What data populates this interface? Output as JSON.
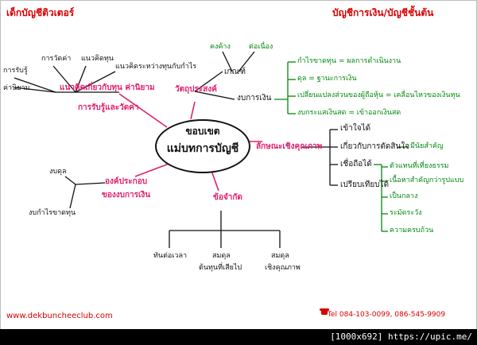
{
  "header": {
    "left_title": "เด็กบัญชีติวเตอร์",
    "right_title": "บัญชีการเงิน/บัญชีชั้นต้น"
  },
  "center": {
    "line1": "ขอบเขต",
    "line2": "แม่บทการบัญชี"
  },
  "branches": {
    "concepts": {
      "label1": "แนวคิดเกี่ยวกับทุน ค่านิยาม",
      "label2": "การรับรู้และวัดค่า",
      "items": [
        "การวัดค่า",
        "แนวคิดทุน",
        "แนวคิดระหว่างทุนกับกำไร",
        "การรับรู้",
        "ค่านิยาม"
      ]
    },
    "objectives": {
      "label": "วัตถุประสงค์",
      "basis": "เกณฑ์",
      "basis_items": [
        "คงค้าง",
        "ต่อเนื่อง"
      ],
      "statements": "งบการเงิน",
      "statement_items": [
        "กำไรขาดทุน = ผลการดำเนินงาน",
        "ดุล = ฐานะการเงิน",
        "เปลี่ยนแปลงส่วนของผู้ถือหุ้น = เคลื่อนไหวของเงินทุน",
        "งบกระแสเงินสด = เข้าออกเงินสด"
      ]
    },
    "qualitative": {
      "label": "ลักษณะเชิงคุณภาพ",
      "items": [
        "เข้าใจได้",
        "เกี่ยวกับการตัดสินใจ",
        "เชื่อถือได้",
        "เปรียบเทียบได้"
      ],
      "materiality": "มีนัยสำคัญ",
      "reliability_items": [
        "ตัวแทนที่เที่ยงธรรม",
        "เนื้อหาสำคัญกว่ารูปแบบ",
        "เป็นกลาง",
        "ระมัดระวัง",
        "ความครบถ้วน"
      ]
    },
    "elements": {
      "label1": "องค์ประกอบ",
      "label2": "ของงบการเงิน",
      "items": [
        "งบดุล",
        "งบกำไรขาดทุน"
      ]
    },
    "constraints": {
      "label": "ข้อจำกัด",
      "items": [
        {
          "line1": "ทันต่อเวลา",
          "line2": ""
        },
        {
          "line1": "สมดุล",
          "line2": "ต้นทุนที่เสียไป"
        },
        {
          "line1": "สมดุล",
          "line2": "เชิงคุณภาพ"
        }
      ]
    }
  },
  "footer": {
    "url": "www.dekbuncheeclub.com",
    "phone": "Tel 084-103-0099, 086-545-9909",
    "badge": "[1000x692] https://upic.me/"
  },
  "colors": {
    "title_red": "#d90000",
    "branch_pink": "#e0206f",
    "green": "#00880e",
    "black": "#111111"
  }
}
